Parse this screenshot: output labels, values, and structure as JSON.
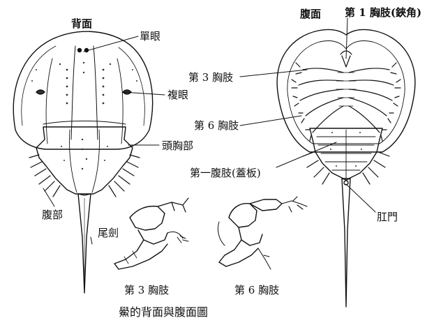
{
  "figure": {
    "caption": "鱟的背面與腹面圖",
    "dorsal": {
      "heading": "背面",
      "labels": {
        "ocelli": "單眼",
        "compound_eye": "複眼",
        "cephalothorax": "頭胸部",
        "abdomen": "腹部",
        "telson": "尾劍"
      }
    },
    "ventral": {
      "heading": "腹面",
      "labels": {
        "leg1": "第 1 胸肢(鋏角)",
        "leg3": "第 3 胸肢",
        "leg6": "第 6 胸肢",
        "operculum": "第一腹肢(蓋板)",
        "anus": "肛門"
      }
    },
    "details": {
      "leg3_caption": "第 3 胸肢",
      "leg6_caption": "第 6 胸肢"
    }
  }
}
